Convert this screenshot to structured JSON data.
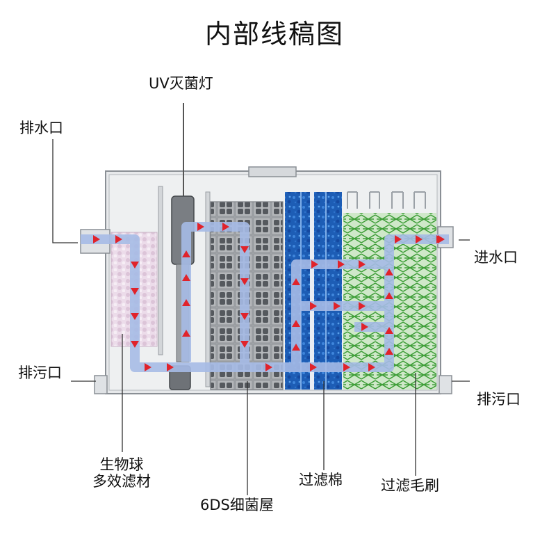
{
  "title": "内部线稿图",
  "labels": {
    "uv_lamp": "UV灭菌灯",
    "outlet_top": "排水口",
    "inlet": "进水口",
    "drain_left": "排污口",
    "drain_right": "排污口",
    "bio_ball_line1": "生物球",
    "bio_ball_line2": "多效滤材",
    "bacteria_house": "6DS细菌屋",
    "filter_cotton": "过滤棉",
    "filter_brush": "过滤毛刷"
  },
  "colors": {
    "tank_fill": "#e6e8ea",
    "tank_edge": "#8c9196",
    "flow_pipe": "#a9bde6",
    "arrow": "#e0232b",
    "cotton": "#1f5fb8",
    "brush": "#3fa83a",
    "bioball": "#e9d7e6",
    "bacteria_block": "#a4a7aa"
  }
}
